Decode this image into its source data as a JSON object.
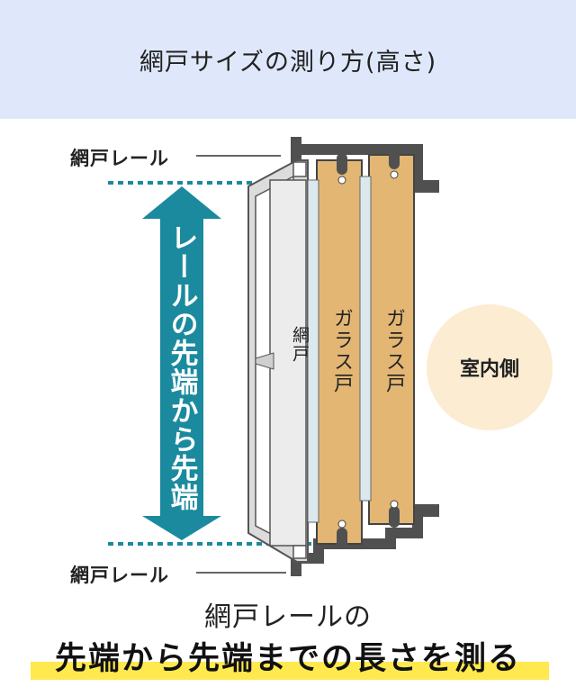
{
  "header": {
    "title": "網戸サイズの測り方(高さ)"
  },
  "diagram": {
    "rail_label_top": "網戸レール",
    "rail_label_bottom": "網戸レール",
    "arrow_text": "レールの先端から先端",
    "screen_door_label": "網戸",
    "glass_door_label_1": "ガラス戸",
    "glass_door_label_2": "ガラス戸",
    "indoor_label": "室内側"
  },
  "caption": {
    "line1": "網戸レールの",
    "line2": "先端から先端までの長さを測る"
  },
  "colors": {
    "header_bg": "#dfe8fa",
    "arrow": "#1b8a9e",
    "rail": "#505050",
    "glass_frame": "#e3b673",
    "screen_frame": "#d9d9d9",
    "indoor_circle": "#fbecd2",
    "highlight": "#ffe94f"
  }
}
